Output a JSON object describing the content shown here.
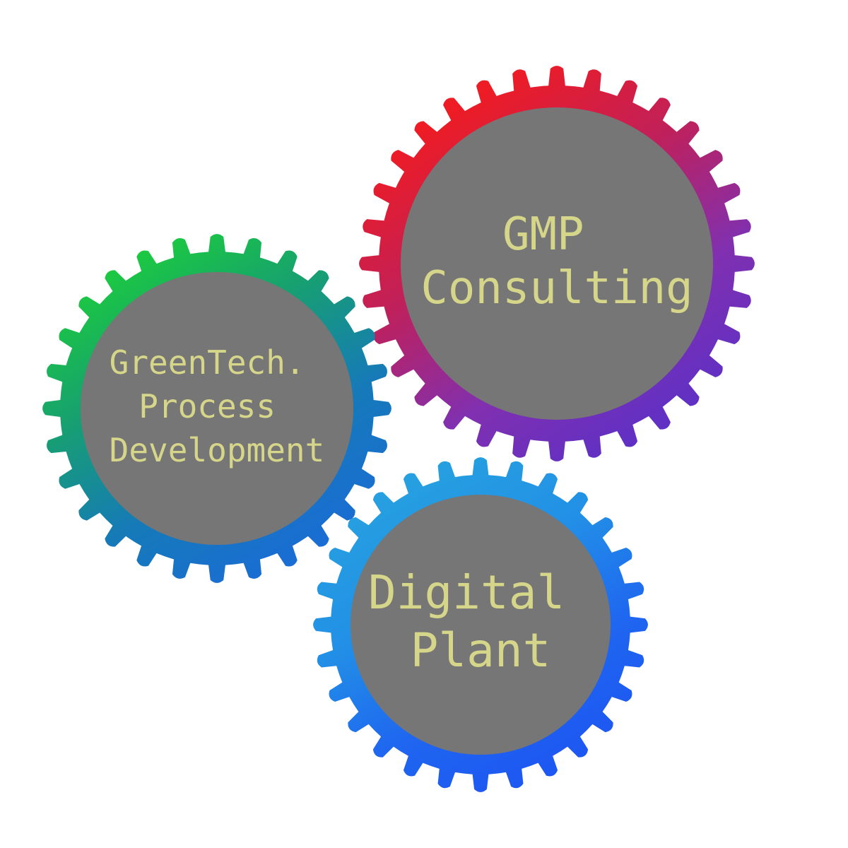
{
  "colors": {
    "background": "#ffffff",
    "hub": "#767676",
    "label": "#d6d68a"
  },
  "gears": [
    {
      "id": "gmp",
      "icon": "gear-icon",
      "lines": [
        "GMP",
        "Consulting"
      ],
      "gradient": [
        "#ee1c24",
        "#c0205a",
        "#8030b0",
        "#5a30c8"
      ]
    },
    {
      "id": "greentech",
      "icon": "gear-icon",
      "lines": [
        "GreenTech.",
        "Process",
        "Development"
      ],
      "gradient": [
        "#1ccf3a",
        "#17a070",
        "#167ab8",
        "#1a6cd6"
      ]
    },
    {
      "id": "digital",
      "icon": "gear-icon",
      "lines": [
        "Digital",
        "Plant"
      ],
      "gradient": [
        "#26a0e0",
        "#2290e6",
        "#1f66f0",
        "#1d55f2"
      ]
    }
  ]
}
